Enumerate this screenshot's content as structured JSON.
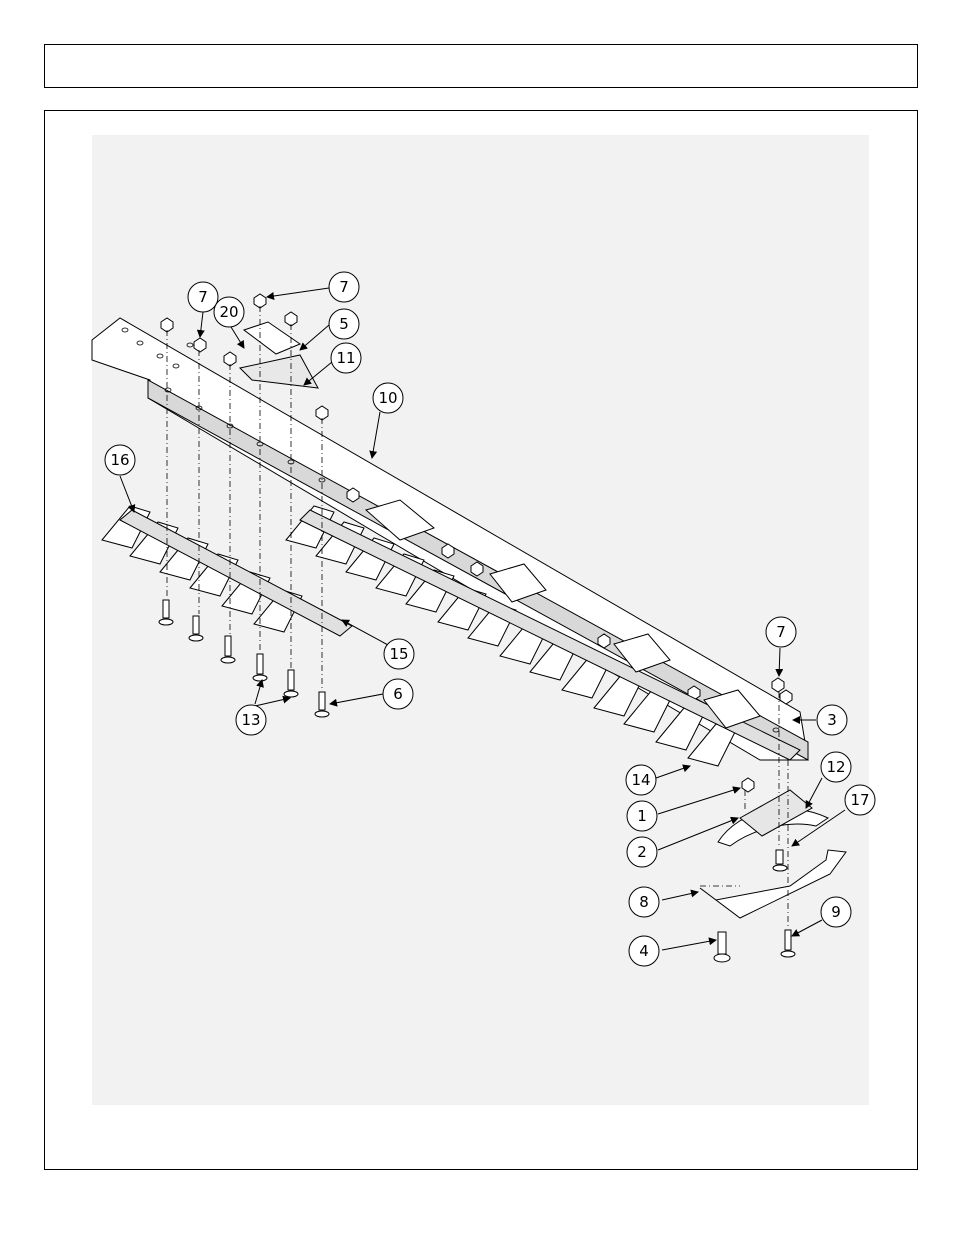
{
  "header": {
    "title": ""
  },
  "callouts": [
    {
      "id": "c7a",
      "label": "7"
    },
    {
      "id": "c7b",
      "label": "7"
    },
    {
      "id": "c20",
      "label": "20"
    },
    {
      "id": "c5",
      "label": "5"
    },
    {
      "id": "c11",
      "label": "11"
    },
    {
      "id": "c10",
      "label": "10"
    },
    {
      "id": "c16",
      "label": "16"
    },
    {
      "id": "c15",
      "label": "15"
    },
    {
      "id": "c6",
      "label": "6"
    },
    {
      "id": "c13",
      "label": "13"
    },
    {
      "id": "c7c",
      "label": "7"
    },
    {
      "id": "c3",
      "label": "3"
    },
    {
      "id": "c14",
      "label": "14"
    },
    {
      "id": "c12",
      "label": "12"
    },
    {
      "id": "c1",
      "label": "1"
    },
    {
      "id": "c17",
      "label": "17"
    },
    {
      "id": "c2",
      "label": "2"
    },
    {
      "id": "c8",
      "label": "8"
    },
    {
      "id": "c9",
      "label": "9"
    },
    {
      "id": "c4",
      "label": "4"
    }
  ]
}
